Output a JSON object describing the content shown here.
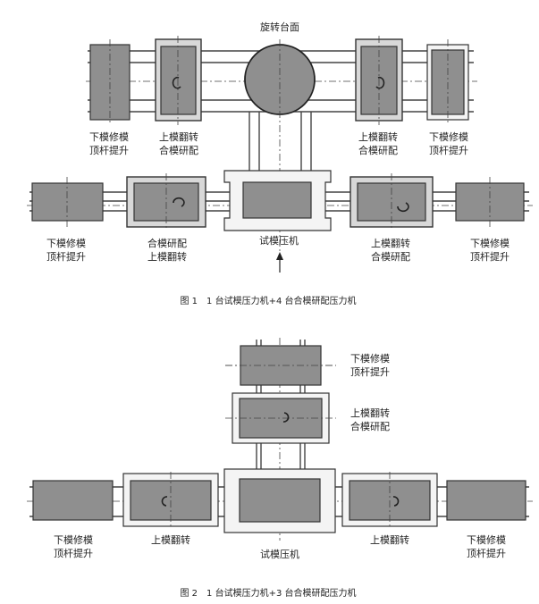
{
  "figure1": {
    "title_top": "旋转台面",
    "caption": "图 1　1 台试模压力机+4 台合模研配压力机",
    "top_row": {
      "far_left": [
        "下模修模",
        "顶杆提升"
      ],
      "left": [
        "上模翻转",
        "合模研配"
      ],
      "right": [
        "上模翻转",
        "合模研配"
      ],
      "far_right": [
        "下模修模",
        "顶杆提升"
      ]
    },
    "bottom_row": {
      "far_left": [
        "下模修模",
        "顶杆提升"
      ],
      "left": [
        "合模研配",
        "上模翻转"
      ],
      "center": "试模压机",
      "right": [
        "上模翻转",
        "合模研配"
      ],
      "far_right": [
        "下模修模",
        "顶杆提升"
      ]
    }
  },
  "figure2": {
    "caption": "图 2　1 台试模压力机+3 台合模研配压力机",
    "vertical": {
      "top": [
        "下模修模",
        "顶杆提升"
      ],
      "middle": [
        "上模翻转",
        "合模研配"
      ]
    },
    "bottom_row": {
      "far_left": [
        "下模修模",
        "顶杆提升"
      ],
      "left": "上模翻转",
      "center": "试模压机",
      "right": "上模翻转",
      "far_right": [
        "下模修模",
        "顶杆提升"
      ]
    }
  },
  "colors": {
    "press_fill": "#8f8f8f",
    "frame_fill": "#d8d8d8",
    "line": "#333333"
  }
}
